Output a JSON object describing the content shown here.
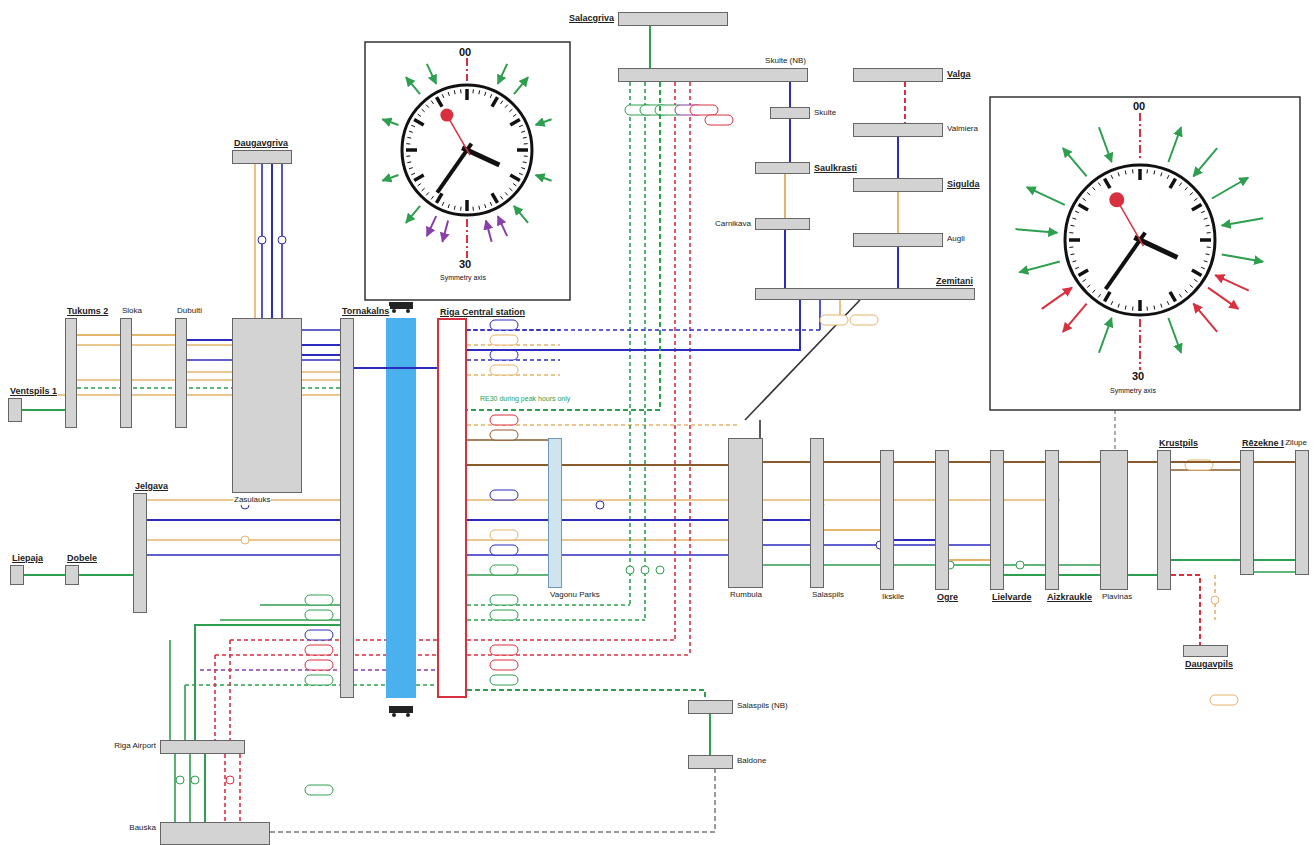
{
  "diagram": {
    "nodes": [
      {
        "text": [
          "Salacgriva"
        ]
      },
      {
        "text": [
          "Skulte (NB)"
        ]
      },
      {
        "text": [
          "Valga"
        ]
      },
      {
        "text": [
          "Valmiera"
        ]
      },
      {
        "text": [
          "Sigulda"
        ]
      },
      {
        "text": [
          "Augli"
        ]
      },
      {
        "text": [
          "Zemitani"
        ]
      },
      {
        "text": [
          "Skulte"
        ]
      },
      {
        "text": [
          "Saulkrasti"
        ]
      },
      {
        "text": [
          "Carnikava"
        ]
      },
      {
        "text": [
          "Daugavgriva"
        ]
      },
      {
        "text": [
          "Ventspils 1"
        ]
      },
      {
        "text": [
          "Tukums 2"
        ]
      },
      {
        "text": [
          "Sloka"
        ]
      },
      {
        "text": [
          "Dubulti"
        ]
      },
      {
        "text": [
          "Zasulauks"
        ]
      },
      {
        "text": [
          "Tornakalns"
        ]
      },
      {
        "text": [
          "Riga Central station"
        ]
      },
      {
        "text": [
          "Liepaja"
        ]
      },
      {
        "text": [
          "Dobele"
        ]
      },
      {
        "text": [
          "Jelgava"
        ]
      },
      {
        "text": [
          "Vagonu Parks"
        ]
      },
      {
        "text": [
          "Rumbula"
        ]
      },
      {
        "text": [
          "Salaspils"
        ]
      },
      {
        "text": [
          "Ikskile"
        ]
      },
      {
        "text": [
          "Ogre"
        ]
      },
      {
        "text": [
          "Lielvarde"
        ]
      },
      {
        "text": [
          "Aizkraukle"
        ]
      },
      {
        "text": [
          "Plavinas"
        ]
      },
      {
        "text": [
          "Krustpils"
        ]
      },
      {
        "text": [
          "Rēzekne II"
        ]
      },
      {
        "text": [
          "Zilupe"
        ]
      },
      {
        "text": [
          "Daugavpils"
        ]
      },
      {
        "text": [
          "Riga Airport"
        ]
      },
      {
        "text": [
          "Bauska"
        ]
      },
      {
        "text": [
          "Salaspils (NB)"
        ]
      },
      {
        "text": [
          "Baldone"
        ]
      }
    ],
    "edges": [
      {
        "from": 0,
        "to": 1,
        "arrow": "none"
      },
      {
        "from": 1,
        "to": 7,
        "arrow": "none"
      },
      {
        "from": 7,
        "to": 8,
        "arrow": "none"
      },
      {
        "from": 8,
        "to": 9,
        "arrow": "none"
      },
      {
        "from": 9,
        "to": 6,
        "arrow": "none"
      },
      {
        "from": 2,
        "to": 3,
        "arrow": "none"
      },
      {
        "from": 3,
        "to": 4,
        "arrow": "none"
      },
      {
        "from": 4,
        "to": 5,
        "arrow": "none"
      },
      {
        "from": 5,
        "to": 6,
        "arrow": "none"
      },
      {
        "from": 6,
        "to": 17,
        "arrow": "none"
      },
      {
        "from": 1,
        "to": 17,
        "arrow": "none"
      },
      {
        "from": 10,
        "to": 16,
        "arrow": "none"
      },
      {
        "from": 11,
        "to": 12,
        "arrow": "none"
      },
      {
        "from": 12,
        "to": 13,
        "arrow": "none"
      },
      {
        "from": 13,
        "to": 14,
        "arrow": "none"
      },
      {
        "from": 14,
        "to": 15,
        "arrow": "none"
      },
      {
        "from": 15,
        "to": 16,
        "arrow": "none"
      },
      {
        "from": 16,
        "to": 17,
        "arrow": "none"
      },
      {
        "from": 18,
        "to": 19,
        "arrow": "none"
      },
      {
        "from": 19,
        "to": 20,
        "arrow": "none"
      },
      {
        "from": 20,
        "to": 16,
        "arrow": "none"
      },
      {
        "from": 17,
        "to": 21,
        "arrow": "none"
      },
      {
        "from": 21,
        "to": 22,
        "arrow": "none"
      },
      {
        "from": 22,
        "to": 23,
        "arrow": "none"
      },
      {
        "from": 23,
        "to": 24,
        "arrow": "none"
      },
      {
        "from": 24,
        "to": 25,
        "arrow": "none"
      },
      {
        "from": 25,
        "to": 26,
        "arrow": "none"
      },
      {
        "from": 26,
        "to": 27,
        "arrow": "none"
      },
      {
        "from": 27,
        "to": 28,
        "arrow": "none"
      },
      {
        "from": 28,
        "to": 29,
        "arrow": "none"
      },
      {
        "from": 29,
        "to": 30,
        "arrow": "none"
      },
      {
        "from": 30,
        "to": 31,
        "arrow": "none"
      },
      {
        "from": 29,
        "to": 32,
        "arrow": "none"
      },
      {
        "from": 17,
        "to": 22,
        "arrow": "none"
      },
      {
        "from": 16,
        "to": 33,
        "arrow": "none"
      },
      {
        "from": 33,
        "to": 34,
        "arrow": "none"
      },
      {
        "from": 17,
        "to": 35,
        "arrow": "none"
      },
      {
        "from": 35,
        "to": 36,
        "arrow": "none"
      },
      {
        "from": 34,
        "to": 36,
        "arrow": "none"
      },
      {
        "from": 22,
        "to": 31,
        "arrow": "none"
      }
    ],
    "labels": [
      "00",
      "30",
      "Symmetry axis",
      "00",
      "30",
      "Symmetry axis",
      "RE30 during peak hours only"
    ]
  }
}
